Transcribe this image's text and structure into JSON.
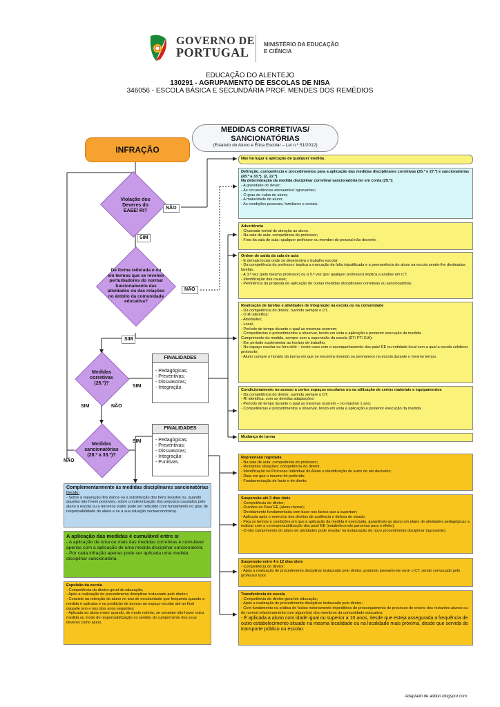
{
  "header": {
    "gov_line1": "GOVERNO DE",
    "gov_line2": "PORTUGAL",
    "ministry_line1": "MINISTÉRIO DA EDUCAÇÃO",
    "ministry_line2": "E CIÊNCIA",
    "region": "EDUCAÇÃO DO ALENTEJO",
    "group": "130291 - AGRUPAMENTO DE ESCOLAS DE NISA",
    "school": "346056 - ESCOLA BÁSICA E SECUNDÁRIA PROF. MENDES DOS REMÉDIOS"
  },
  "title": {
    "main1": "MEDIDAS CORRETIVAS/",
    "main2": "SANCIONATÓRIAS",
    "sub": "(Estatuto do Aluno e Ética Escolar – Lei n.º 51/2012)"
  },
  "infraction": "INFRAÇÃO",
  "decisions": {
    "d1": [
      "Violação dos",
      "Deveres do",
      "EAEE/ RI?"
    ],
    "d2": [
      "De forma reiterada e ou",
      "em termos que se revelem",
      "perturbadores do normal",
      "funcionamento das",
      "atividades ou das relações",
      "no âmbito da comunidade",
      "educativa?"
    ],
    "d3": [
      "Medidas",
      "corretivas",
      "(26.º)?"
    ],
    "d4": [
      "Medidas",
      "sancionatórias",
      "(28.º a 33.º)?"
    ]
  },
  "tags": {
    "nao": "NÃO",
    "sim": "SIM"
  },
  "finalidades1": {
    "title": "FINALIDADES",
    "items": [
      "- Pedagógicas;",
      "- Preventivas;",
      "- Dissuasoras;",
      "- Integração."
    ]
  },
  "finalidades2": {
    "title": "FINALIDADES",
    "items": [
      "- Pedagógicas;",
      "- Preventivas;",
      "- Dissuasoras;",
      "- Integração;",
      "- Punitivas."
    ]
  },
  "boxes": {
    "no_measure": "Não há lugar à aplicação de qualquer medida.",
    "definition": {
      "title": "Definição, competência e procedimentos para a aplicação das medidas disciplinares corretivas (26.º e 27.º) e sancionatórias (28.º a 33.º). (2, 22.º)",
      "sub": "Na determinação da medida disciplinar corretiva/ sancionatória ter em conta (25.º):",
      "items": [
        "- A gravidade do dever;",
        "- As circunstâncias atenuantes/ agravantes;",
        "- O grau de culpa do aluno;",
        "- A maturidade do aluno;",
        "- As condições pessoais, familiares e sociais."
      ]
    },
    "advertencia": {
      "title": "Advertência",
      "items": [
        "- Chamada verbal de atenção ao aluno.",
        "- Na sala de aula: competência do professor;",
        "- Fora da sala de aula: qualquer professor ou membro do pessoal não docente."
      ]
    },
    "ordem_saida": {
      "title": "Ordem de saída da sala de aula",
      "items": [
        "- E demais locais onde se desenvolva o trabalho escolar.",
        "- Da competência do professor: implica a marcação de falta injustificada e a permanência do aluno na escola sendo-lhe destinadas tarefas.",
        "- A 3.ª vez (pelo mesmo professor) ou à 5.ª vez (por qualquer professor) implica a análise em CT:",
        "- Identificação das causas;",
        "- Pertinência da proposta de aplicação de outras medidas disciplinares corretivas ou sancionatórias."
      ]
    },
    "tarefas": {
      "title": "Realização de tarefas e atividades de integração na escola ou na comunidade",
      "items": [
        "- Da competência do diretor, ouvindo sempre o DT.",
        "- O RI identifica:",
        "- Atividades;",
        "- Local;",
        "- Período de tempo durante o qual as mesmas ocorrem;",
        "- Competências e procedimentos a observar, tendo em vista a aplicação e posterior execução da medida.",
        "Cumprimento da medida, sempre com a supervisão da escola (DT/ PT/ EIA):",
        "- Em período suplementar ao horário de trabalho;",
        "- No espaço escolar ou fora dele – neste caso com o acompanhamento dos pais/ EE ou entidade local com a qual a escola celebrou protocolo;",
        "- Aluno cumpre o horário da turma em que se encontra inserido ou permanece na escola durante o mesmo tempo."
      ]
    },
    "condicionamento": {
      "title": "Condicionamento no acesso a certos espaços escolares ou na utilização de certos materiais e equipamentos",
      "items": [
        "- Da competência do diretor, ouvindo sempre o DT.",
        "- RI identifica, com as devidas adaptações:",
        "- Período de tempo durante o qual as mesmas ocorrem – no máximo 1 ano;",
        "- Competências e procedimentos a observar, tendo em vista a aplicação e posterior execução da medida."
      ]
    },
    "mudanca": "Mudança de turma",
    "repreensao": {
      "title": "Repreensão registada",
      "items": [
        "- Na sala de aula: competência do professor;",
        "- Restantes situações: competência do diretor.",
        "- Identificação no Processo Individual do Aluno e identificação do autor do ato decisório;",
        "- Data em que o mesmo foi proferido;",
        "- Fundamentação de facto e de direito."
      ]
    },
    "suspensao3": {
      "title": "Suspensão até 3 dias úteis",
      "items": [
        "- Competência do diretor;",
        "- Ouvidos os Pais/ EE (aluno menor);",
        "- Devidamente fundamentada com base nos factos que a suportam;",
        "- Aplicada após o exercício dos direitos de audiência e defesa do visado;",
        "- Fixa os termos e condições em que a aplicação da medida é executada, garantindo ao aluno um plano de atividades pedagógicas a realizar com a corresponsabilização dos pais/ EE (estabelecendo parcerias para o efeito);",
        "- O não cumprimento do plano de atividades pode resultar na instauração de novo procedimento disciplinar (agravante)."
      ]
    },
    "suspensao4": {
      "title": "Suspensão entre 4 e 12 dias úteis",
      "items": [
        "- Competência do diretor;",
        "- Após a realização de procedimento disciplinar instaurado pelo diretor, podendo previamente ouvir o CT, sendo convocado pelo professor tutor."
      ]
    },
    "transferencia": {
      "title": "Transferência de escola",
      "items": [
        "- Competência do diretor-geral de educação;",
        "- Após a realização de procedimento disciplinar instaurado pelo diretor;",
        "- Com fundamento na prática de factos notoriamente impeditivos do prosseguimento do processo de ensino dos restantes alunos ou do normal relacionamento com algum(ns) dos membros da comunidade educativa;",
        "- É aplicada a aluno com idade igual ou superior a 10 anos, desde que esteja assegurada a frequência de outro estabelecimento situado na mesma localidade ou na localidade mais próxima, desde que servida de transporte público ou escolar."
      ]
    },
    "complementar": {
      "title": "Complementarmente às medidas disciplinares sancionatórias",
      "sub": "Decide:",
      "items": [
        "- Sobre a reparação dos danos ou a substituição dos bens lesados ou, quando aquelas não forem possíveis, sobre a indemnização dos prejuízos causados pelo aluno à escola ou a terceiros (valor pode ser reduzido com fundamento no grau de responsabilidade do aluno e ou a sua situação socioeconómica)."
      ]
    },
    "cumulavel": {
      "title": "A aplicação das medidas é cumulável entre si",
      "items": [
        "- A aplicação de uma ou mais das medidas corretivas é cumulável apenas com a aplicação de uma medida disciplinar sancionatória;",
        "- Por cada infração apenas pode ser aplicada uma medida disciplinar sancionatória."
      ]
    },
    "expulsao": {
      "title": "Expulsão da escola",
      "items": [
        "- Competência do diretor-geral de educação;",
        "- Após a realização de procedimento disciplinar instaurado pelo diretor;",
        "- Consiste na retenção do aluno no ano de escolaridade que frequenta quando a medida é aplicada e na proibição de acesso ao espaço escolar até ao final daquele ano e nos dois anos seguintes;",
        "- Aplicada ao aluno maior quando, de modo notório, se constate não haver outra medida ou modo de responsabilização no sentido do cumprimento dos seus deveres como aluno."
      ]
    }
  },
  "credit": "Adaptado de adduo.blogspot.com",
  "colors": {
    "yellow": "#fbf27a",
    "orange": "#f7c51e",
    "cyan": "#d6f6f8",
    "blue": "#b9d7ef",
    "green": "#7fc52a",
    "diamond": "#c89be8",
    "infraction": "#f7a230"
  }
}
